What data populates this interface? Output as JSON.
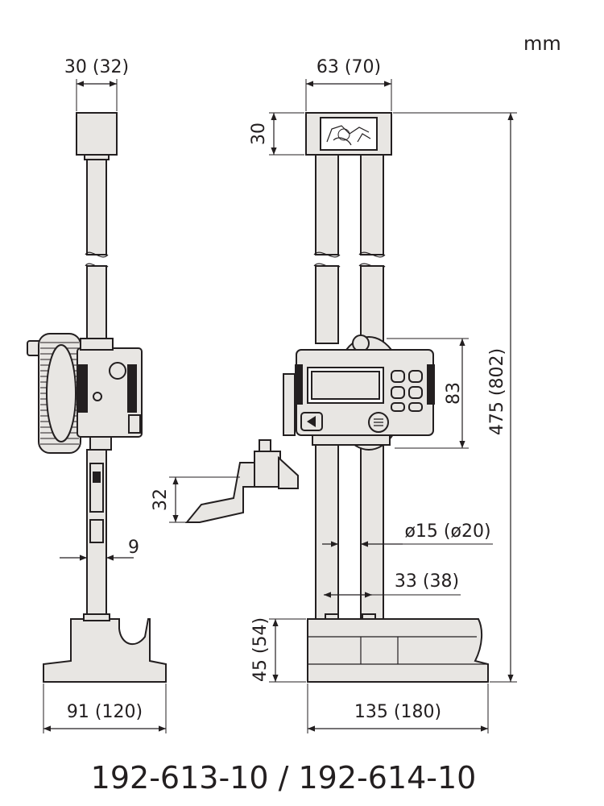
{
  "unit_label": "mm",
  "model_title": "192-613-10 / 192-614-10",
  "dimensions": {
    "side_top_width": "30 (32)",
    "side_column_width": "9",
    "side_base_width": "91 (120)",
    "front_top_width": "63 (70)",
    "front_top_height": "30",
    "front_display_height": "83",
    "front_scriber_height": "32",
    "front_overall_height": "475 (802)",
    "front_column_diameter": "ø15 (ø20)",
    "front_column_spacing": "33 (38)",
    "front_base_height": "45 (54)",
    "front_base_width": "135 (180)"
  },
  "colors": {
    "line": "#231f20",
    "part_fill": "#e8e6e3",
    "display_fill": "#e8e6e3"
  }
}
